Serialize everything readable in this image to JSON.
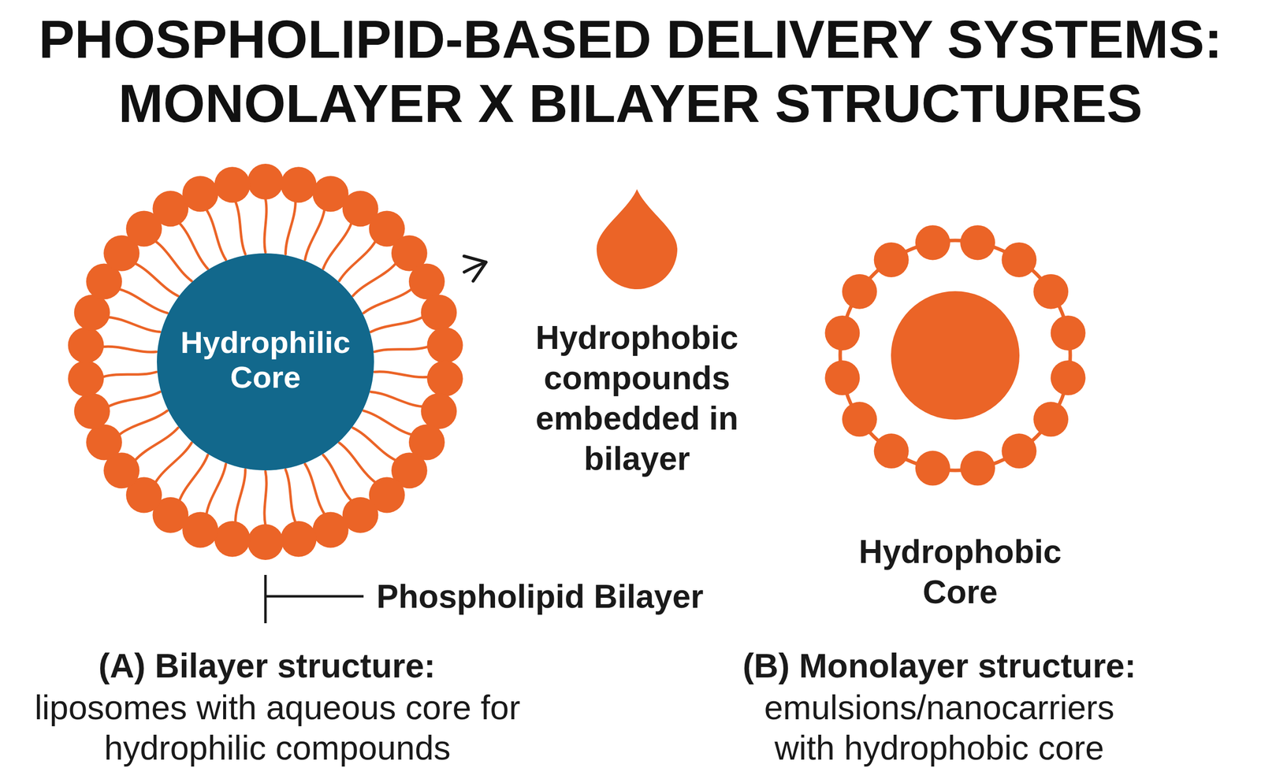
{
  "diagram": {
    "title": "PHOSPHOLIPID-BASED DELIVERY SYSTEMS: MONOLAYER X BILAYER STRUCTURES",
    "nodes": [
      {
        "text": [
          "Phospholipid Bilayer"
        ]
      },
      {
        "text": [
          "Hydrophilic Core"
        ],
        "in": 0
      },
      {
        "text": [
          "Hydrophobic compounds embedded in bilayer"
        ]
      },
      {
        "text": [
          "Hydrophobic Core"
        ]
      }
    ],
    "edges": [
      {
        "from": 0,
        "to": 2,
        "arrow": "to"
      }
    ],
    "labels": [
      "(A) Bilayer structure:",
      "liposomes with aqueous core for hydrophilic compounds",
      "(B) Monolayer structure:",
      "emulsions/nanocarriers with hydrophobic core"
    ]
  }
}
